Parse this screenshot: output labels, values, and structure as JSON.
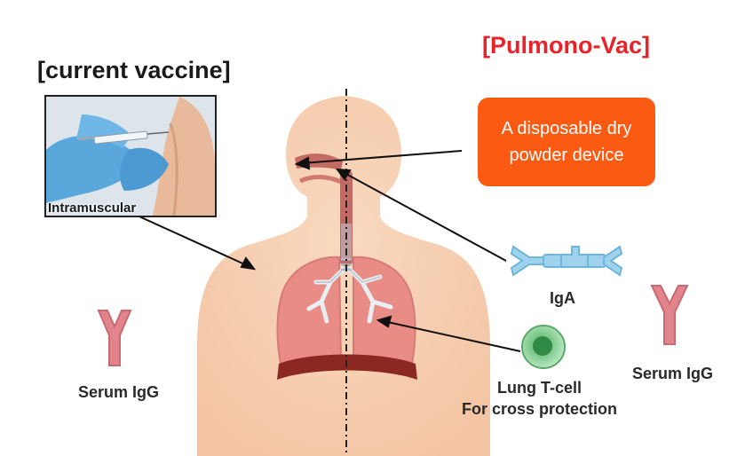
{
  "headings": {
    "left": "[current vaccine]",
    "right": "[Pulmono-Vac]"
  },
  "photo": {
    "label": "Intramuscular"
  },
  "device": {
    "line1": "A disposable dry",
    "line2": "powder device"
  },
  "labels": {
    "iga": "IgA",
    "serum_left": "Serum IgG",
    "serum_right": "Serum IgG",
    "tcell_line1": "Lung T-cell",
    "tcell_line2": "For cross protection"
  },
  "colors": {
    "heading_right": "#e8232a",
    "device_box": "#fb5a12",
    "body": "#f6cfb0",
    "lung": "#e98c86",
    "antibody_igg": "#e2848c",
    "antibody_iga": "#9fd2ec",
    "tcell": "#79c98a"
  }
}
